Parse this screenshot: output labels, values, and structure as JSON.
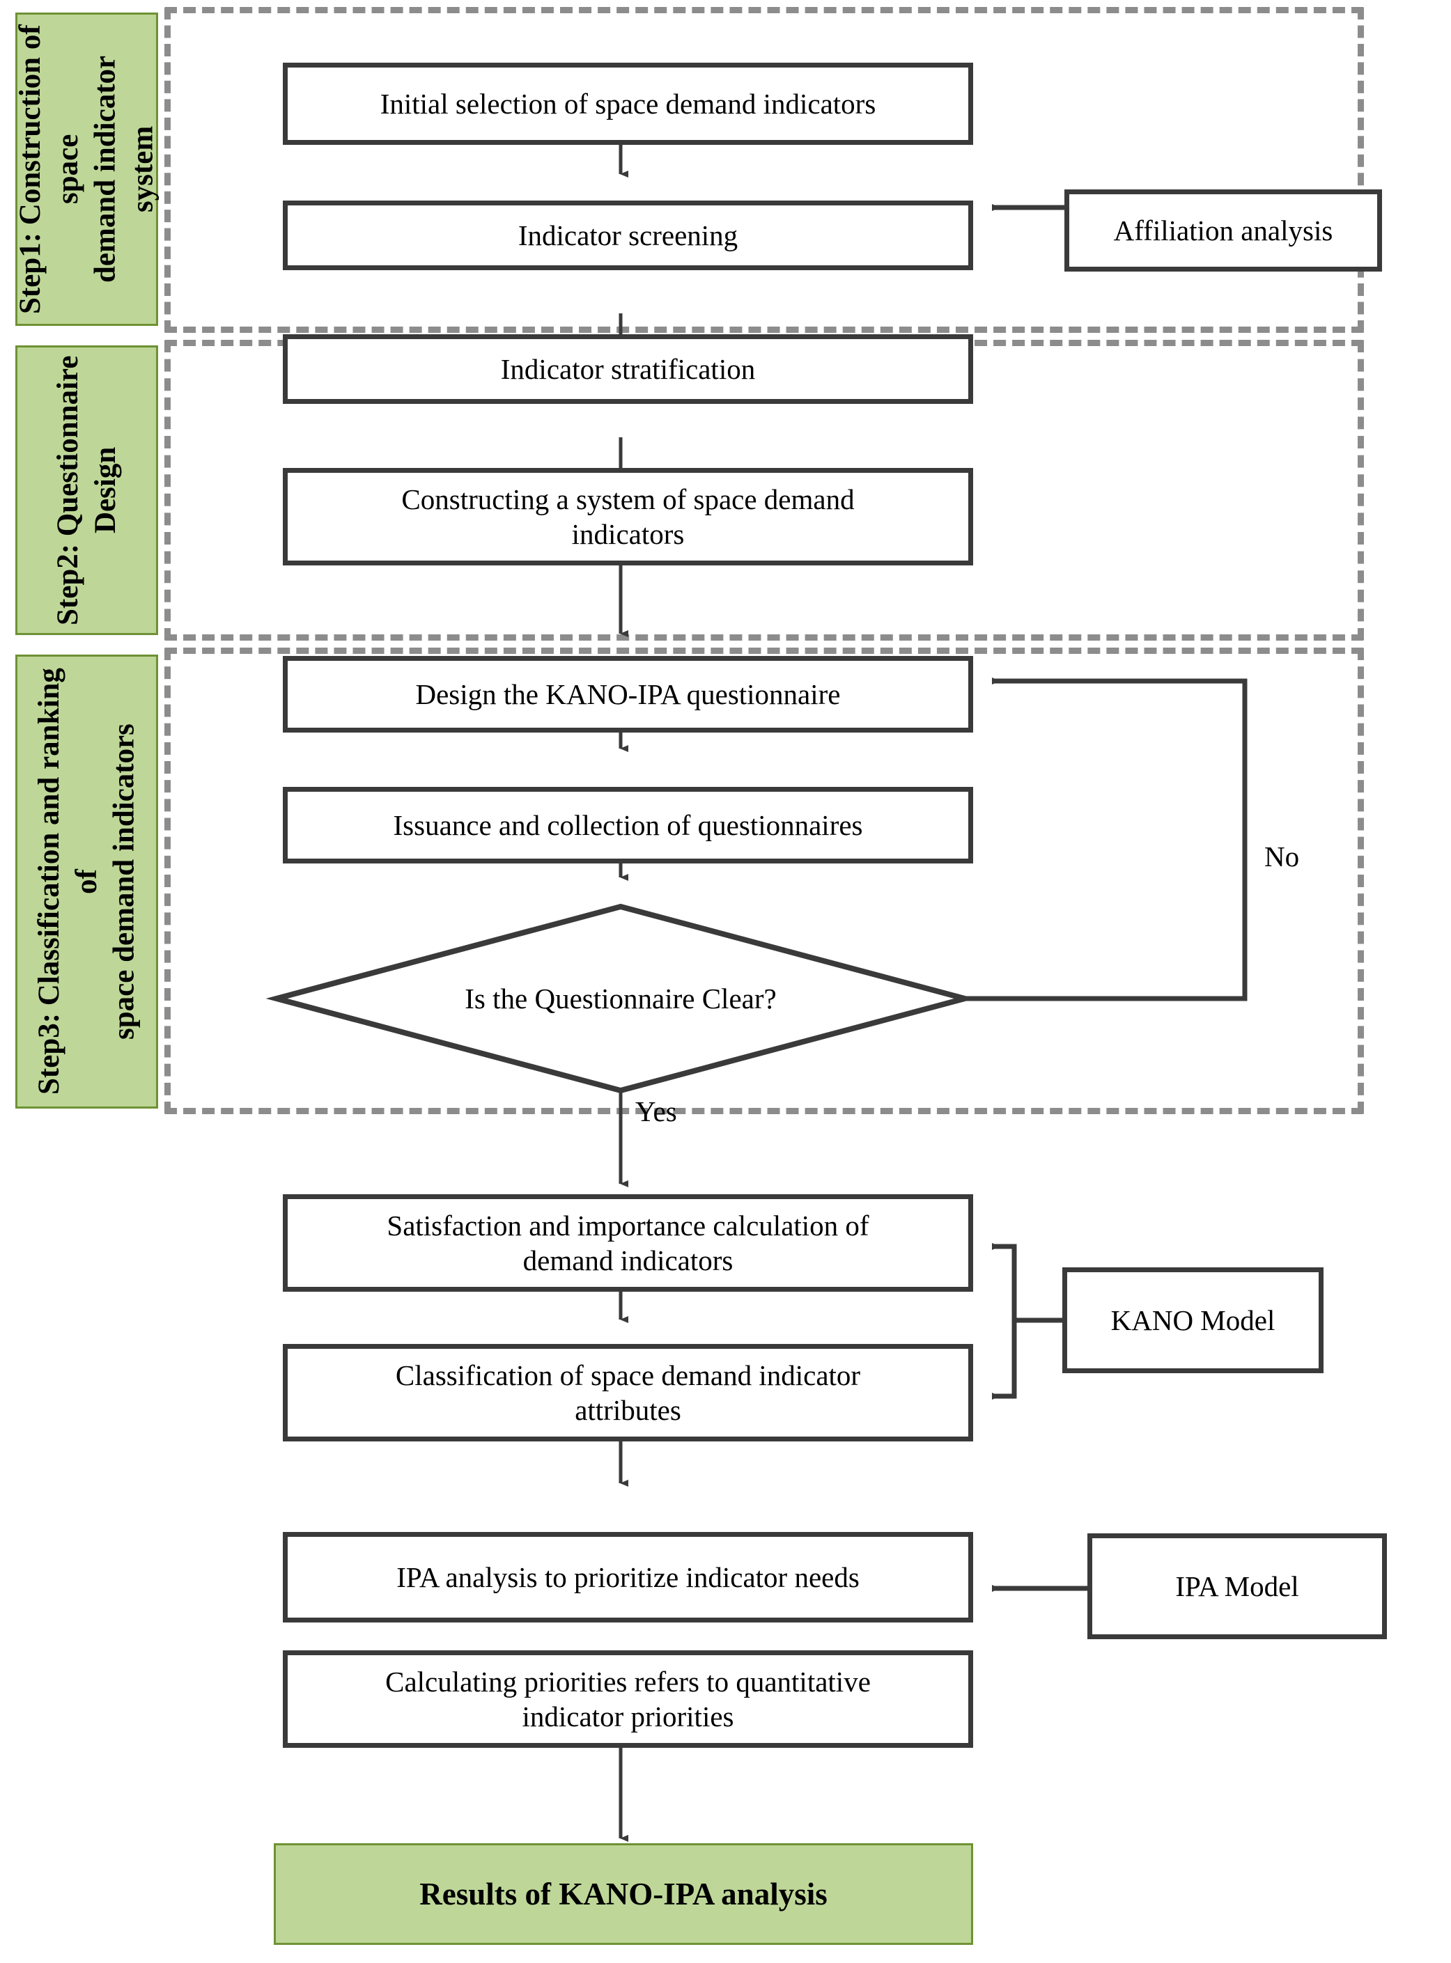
{
  "palette": {
    "band_fill": "#bed798",
    "band_border": "#6f9134",
    "box_border": "#3a3a3a",
    "dashed_border": "#8c8c8c",
    "text": "#000000",
    "page_background": "#ffffff"
  },
  "bands": [
    {
      "id": "step1",
      "label": "Step1: Construction of space\ndemand indicator system"
    },
    {
      "id": "step2",
      "label": "Step2: Questionnaire Design"
    },
    {
      "id": "step3",
      "label": "Step3: Classification and ranking of\nspace demand indicators"
    }
  ],
  "step1": {
    "nodes": [
      {
        "id": "s1n1",
        "label": "Initial selection of space demand indicators"
      },
      {
        "id": "s1n2",
        "label": "Indicator screening"
      },
      {
        "id": "s1n3",
        "label": "Indicator stratification"
      },
      {
        "id": "s1n4",
        "label": "Constructing a system of space demand indicators"
      }
    ],
    "side_nodes": [
      {
        "id": "s1side1",
        "label": "Affiliation analysis"
      }
    ]
  },
  "step2": {
    "nodes": [
      {
        "id": "s2n1",
        "label": "Design the KANO-IPA questionnaire"
      },
      {
        "id": "s2n2",
        "label": "Issuance and collection of questionnaires"
      }
    ],
    "decision": {
      "id": "s2d1",
      "label": "Is the Questionnaire Clear?"
    },
    "edge_labels": [
      {
        "id": "no-label",
        "label": "No"
      },
      {
        "id": "yes-label",
        "label": "Yes"
      }
    ]
  },
  "step3": {
    "nodes": [
      {
        "id": "s3n1",
        "label": "Satisfaction and importance calculation of demand indicators"
      },
      {
        "id": "s3n2",
        "label": "Classification of space demand indicator attributes"
      },
      {
        "id": "s3n3",
        "label": "IPA analysis to prioritize indicator needs"
      },
      {
        "id": "s3n4",
        "label": "Calculating priorities refers to quantitative indicator priorities"
      }
    ],
    "side_nodes": [
      {
        "id": "s3side1",
        "label": "KANO Model"
      },
      {
        "id": "s3side2",
        "label": "IPA Model"
      }
    ]
  },
  "result": {
    "id": "result",
    "label": "Results of KANO-IPA analysis"
  }
}
